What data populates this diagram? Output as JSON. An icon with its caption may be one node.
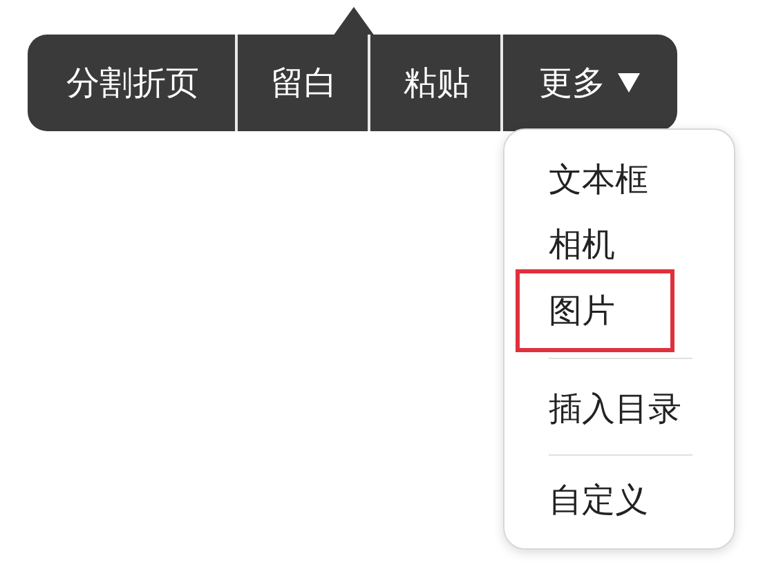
{
  "diagram": {
    "nodes": [
      {
        "text": [
          "分割折页"
        ]
      },
      {
        "text": [
          "留白"
        ]
      },
      {
        "text": [
          "粘贴"
        ]
      },
      {
        "text": [
          "更多"
        ]
      },
      {
        "text": [
          "文本框"
        ]
      },
      {
        "text": [
          "相机"
        ]
      },
      {
        "text": [
          "图片"
        ]
      },
      {
        "text": [
          "插入目录"
        ]
      },
      {
        "text": [
          "自定义"
        ]
      }
    ]
  }
}
